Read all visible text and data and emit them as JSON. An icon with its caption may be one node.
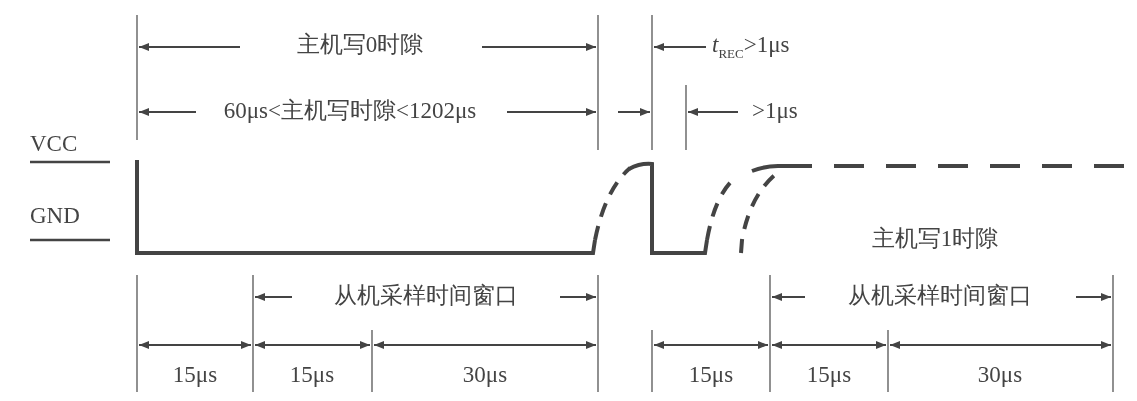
{
  "diagram": {
    "labels": [
      "主机写0时隙",
      "*t*$_{REC}$>1μs",
      "60μs<主机写时隙<1202μs",
      ">1μs",
      "VCC",
      "GND",
      "主机写1时隙",
      "从机采样时间窗口",
      "从机采样时间窗口",
      "15μs",
      "15μs",
      "30μs",
      "15μs",
      "15μs",
      "30μs"
    ]
  }
}
